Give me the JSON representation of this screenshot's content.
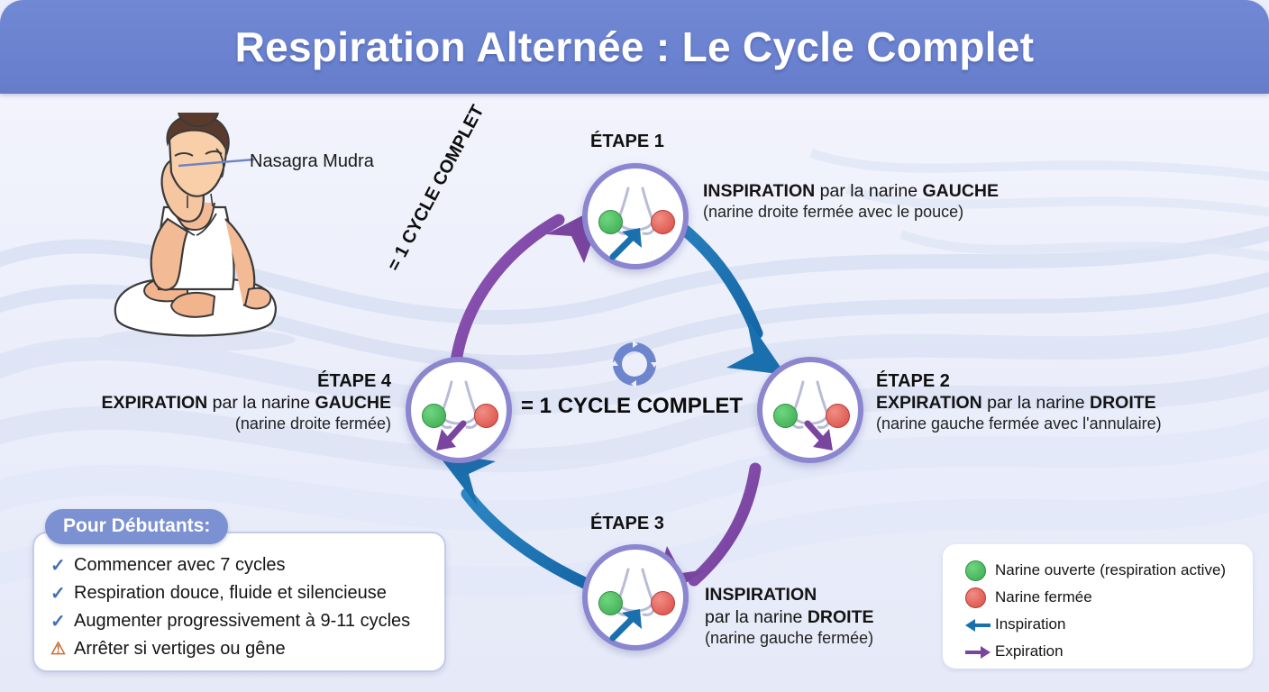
{
  "header": {
    "title": "Respiration Alternée : Le Cycle Complet"
  },
  "figure": {
    "mudra_label": "Nasagra Mudra"
  },
  "center": {
    "caption": "= 1 CYCLE COMPLET",
    "rotated_caption": "= 1 CYCLE COMPLET",
    "icon": "cycle-refresh-icon"
  },
  "steps": [
    {
      "id": "step-1",
      "label": "ÉTAPE 1",
      "action": "INSPIRATION",
      "middle": " par la narine ",
      "nostril": "GAUCHE",
      "note": "(narine droite fermée avec le pouce)",
      "flow": "inspiration",
      "left_dot": "green",
      "right_dot": "red"
    },
    {
      "id": "step-2",
      "label": "ÉTAPE 2",
      "action": "EXPIRATION",
      "middle": " par la narine ",
      "nostril": "DROITE",
      "note": "(narine gauche fermée avec l'annulaire)",
      "flow": "expiration",
      "left_dot": "green",
      "right_dot": "red"
    },
    {
      "id": "step-3",
      "label": "ÉTAPE 3",
      "action": "INSPIRATION",
      "middle": "par la narine ",
      "nostril": "DROITE",
      "note": "(narine gauche fermée)",
      "flow": "inspiration",
      "left_dot": "green",
      "right_dot": "red"
    },
    {
      "id": "step-4",
      "label": "ÉTAPE 4",
      "action": "EXPIRATION",
      "middle": " par la narine ",
      "nostril": "GAUCHE",
      "note": "(narine droite fermée)",
      "flow": "expiration",
      "left_dot": "green",
      "right_dot": "red"
    }
  ],
  "beginners": {
    "title": "Pour Débutants:",
    "items": [
      {
        "icon": "check-icon",
        "text": "Commencer avec 7 cycles"
      },
      {
        "icon": "check-icon",
        "text": "Respiration douce, fluide et silencieuse"
      },
      {
        "icon": "check-icon",
        "text": "Augmenter progressivement à 9-11 cycles"
      },
      {
        "icon": "warning-triangle-icon",
        "text": "Arrêter si vertiges ou gêne"
      }
    ]
  },
  "legend": {
    "items": [
      {
        "marker": "green-dot-icon",
        "text": "Narine ouverte (respiration active)"
      },
      {
        "marker": "red-dot-icon",
        "text": "Narine fermée"
      },
      {
        "marker": "blue-left-arrow-icon",
        "text": "Inspiration"
      },
      {
        "marker": "purple-right-arrow-icon",
        "text": "Expiration"
      }
    ]
  },
  "colors": {
    "header_blue": "#6a82cf",
    "background": "#ebeefb",
    "open_nostril_green": "#3aa84f",
    "closed_nostril_red": "#d94a42",
    "inspiration_blue": "#1f74b5",
    "expiration_purple": "#7b449f",
    "circle_ring": "#8b86cf"
  }
}
